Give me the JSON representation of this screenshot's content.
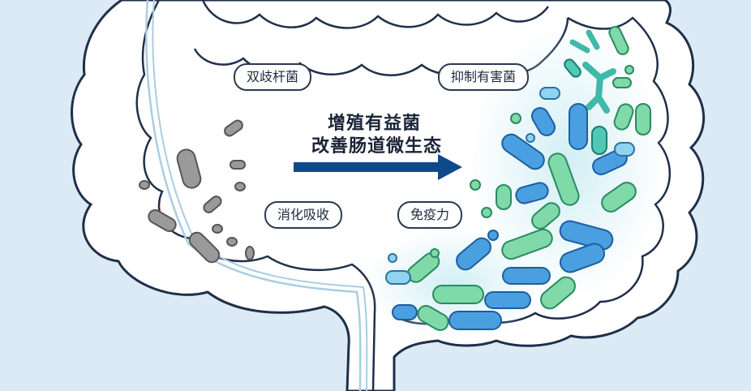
{
  "labels": {
    "bifidobacterium": "双歧杆菌",
    "inhibit_harmful": "抑制有害菌",
    "digestion": "消化吸收",
    "immunity": "免疫力"
  },
  "headline": {
    "line1": "增殖有益菌",
    "line2": "改善肠道微生态"
  },
  "colors": {
    "background": "#dbeaf4",
    "intestine_fill": "#ffffff",
    "intestine_outline": "#1f2f4a",
    "intestine_inner_line": "#a9cde2",
    "arrow": "#0d4a8c",
    "harmful_bacteria": "#9a9a9a",
    "beneficial_blue": "#4a9fe0",
    "beneficial_light_blue": "#8fd3f0",
    "beneficial_green": "#7fd9a8",
    "beneficial_teal": "#4fc9b6"
  }
}
